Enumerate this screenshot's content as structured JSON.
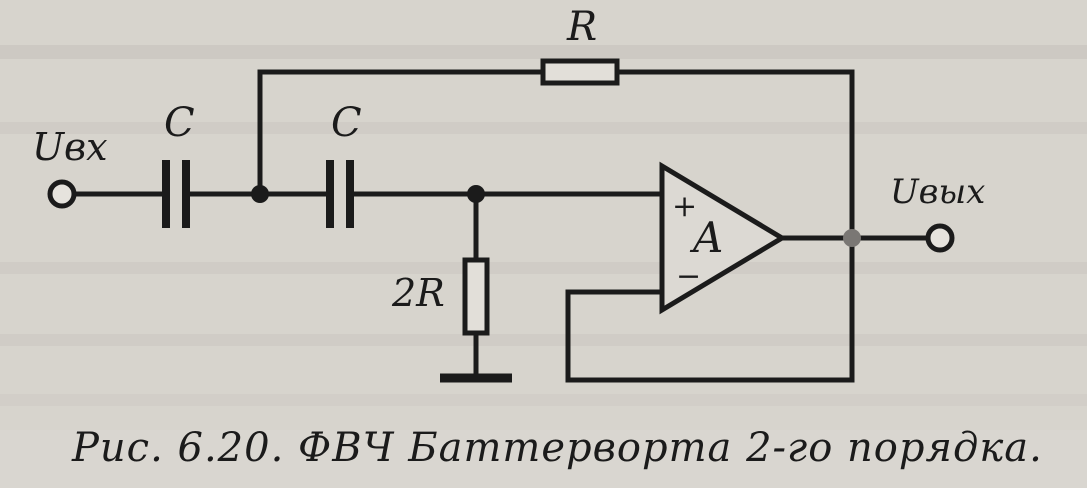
{
  "circuit": {
    "input_label": "Uвх",
    "output_label": "Uвых",
    "capacitor_label": "C",
    "resistor_feedback_label": "R",
    "resistor_ground_label": "2R",
    "opamp_label": "A",
    "opamp_plus": "+",
    "opamp_minus": "−"
  },
  "caption": "Рис. 6.20. ФВЧ Баттерворта 2-го порядка."
}
